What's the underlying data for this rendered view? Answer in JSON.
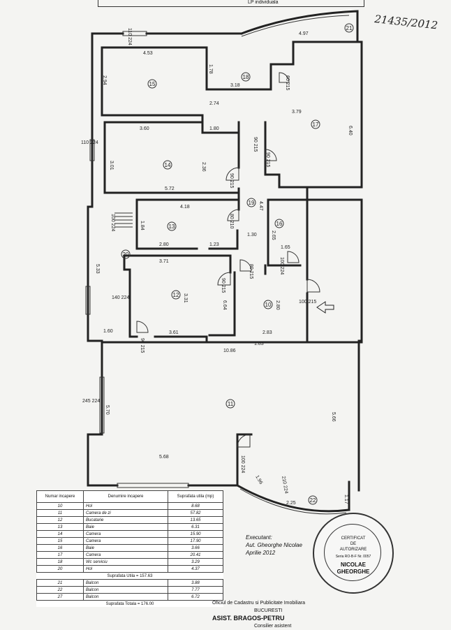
{
  "top_strip": {
    "left_text": "",
    "right_text": "LP individuala"
  },
  "handwritten_ref": "21435/2012",
  "rooms": [
    {
      "num": "10",
      "label": "10"
    },
    {
      "num": "11",
      "label": "11"
    },
    {
      "num": "12",
      "label": "12"
    },
    {
      "num": "13",
      "label": "13"
    },
    {
      "num": "14",
      "label": "14"
    },
    {
      "num": "15",
      "label": "15"
    },
    {
      "num": "16",
      "label": "16"
    },
    {
      "num": "17",
      "label": "17"
    },
    {
      "num": "18",
      "label": "18"
    },
    {
      "num": "19",
      "label": "19"
    },
    {
      "num": "20",
      "label": "20"
    },
    {
      "num": "21",
      "label": "21"
    },
    {
      "num": "22",
      "label": "22"
    }
  ],
  "dims": {
    "d1": "4.53",
    "d2": "3.18",
    "d3": "2.74",
    "d4": "1.80",
    "d5": "3.60",
    "d6": "3.01",
    "d7": "2.36",
    "d8": "5.72",
    "d9": "4.18",
    "d10": "2.80",
    "d11": "1.23",
    "d12": "3.71",
    "d13": "3.61",
    "d14": "3.31",
    "d15": "1.60",
    "d16": "10.86",
    "d17": "1.83",
    "d18": "2.83",
    "d19": "2.80",
    "d20": "5.70",
    "d21": "5.68",
    "d22": "5.66",
    "d23": "3.79",
    "d24": "6.40",
    "d25": "4.97",
    "d26": "1.30",
    "d27": "2.65",
    "d28": "1.65",
    "d29": "4.47",
    "d30": "6.64",
    "d31": "5.33",
    "d32": "1.84",
    "d33": "2.94",
    "d34": "1.96",
    "d35": "2.25",
    "d36": "1.78",
    "d37": "1.17"
  },
  "openings": {
    "w1": "110 224",
    "w2": "110 224",
    "w3": "60 215",
    "w4": "90 215",
    "w5": "90 215",
    "w6": "90 215",
    "w7": "80 210",
    "w8": "100 224",
    "w9": "140 224",
    "w10": "90 215",
    "w11": "80 215",
    "w12": "90 215",
    "w13": "100 215",
    "w14": "245 224",
    "w15": "100 224",
    "w16": "100 224",
    "w17": "210 224"
  },
  "table": {
    "headers": [
      "Numar incapere",
      "Denumire incapere",
      "Suprafata utila (mp)"
    ],
    "rows": [
      {
        "n": "10",
        "name": "Hol",
        "area": "8.68"
      },
      {
        "n": "11",
        "name": "Camera de zi",
        "area": "57.82"
      },
      {
        "n": "12",
        "name": "Bucatarie",
        "area": "13.65"
      },
      {
        "n": "13",
        "name": "Baie",
        "area": "6.31"
      },
      {
        "n": "14",
        "name": "Camera",
        "area": "15.90"
      },
      {
        "n": "15",
        "name": "Camera",
        "area": "17.90"
      },
      {
        "n": "16",
        "name": "Baie",
        "area": "3.66"
      },
      {
        "n": "17",
        "name": "Camera",
        "area": "20.41"
      },
      {
        "n": "18",
        "name": "Wc serviciu",
        "area": "3.29"
      },
      {
        "n": "20",
        "name": "Hol",
        "area": "4.37"
      }
    ],
    "sum_label": "Suprafata Utila = 157.63",
    "balconies": [
      {
        "n": "21",
        "name": "Balcon",
        "area": "3.88"
      },
      {
        "n": "22",
        "name": "Balcon",
        "area": "7.77"
      },
      {
        "n": "27",
        "name": "Balcon",
        "area": "6.72"
      }
    ],
    "total_label": "Suprafata Totala = 176.00"
  },
  "executant": {
    "title": "Executant:",
    "name": "Aut. Gheorghe Nicolae",
    "date": "Aprilie 2012"
  },
  "stamp": {
    "line1": "CERTIFICAT",
    "line2": "DE",
    "line3": "AUTORIZARE",
    "line4": "Seria RO-B-F Nr. 0057",
    "line5": "NICOLAE",
    "line6": "GHEORGHE"
  },
  "footer": {
    "line1": "Oficiul de Cadastru si Publicitate Imobiliara",
    "line2": "BUCURESTI",
    "line3": "ASIST. BRAGOS-PETRU",
    "line4": "Consilier asistent"
  },
  "colors": {
    "ink": "#222222",
    "paper": "#f4f4f2"
  }
}
